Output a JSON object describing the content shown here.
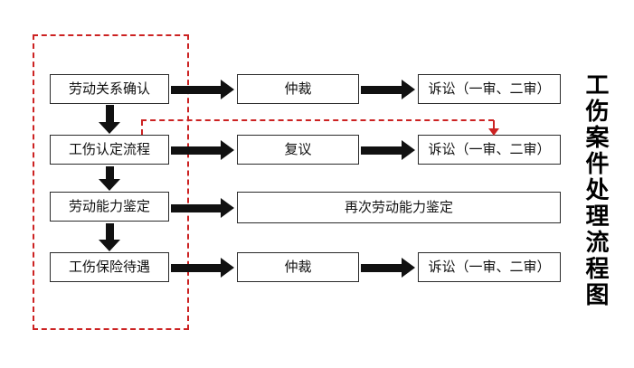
{
  "title": "工伤案件处理流程图",
  "colors": {
    "box_border": "#2a2a2a",
    "arrow": "#111111",
    "dashed_red": "#cc2222",
    "text": "#111111",
    "bg": "#ffffff"
  },
  "rows": [
    {
      "left": "劳动关系确认",
      "middle": "仲裁",
      "right": "诉讼（一审、二审）"
    },
    {
      "left": "工伤认定流程",
      "middle": "复议",
      "right": "诉讼（一审、二审）"
    },
    {
      "left": "劳动能力鉴定",
      "wide": "再次劳动能力鉴定"
    },
    {
      "left": "工伤保险待遇",
      "middle": "仲裁",
      "right": "诉讼（一审、二审）"
    }
  ]
}
